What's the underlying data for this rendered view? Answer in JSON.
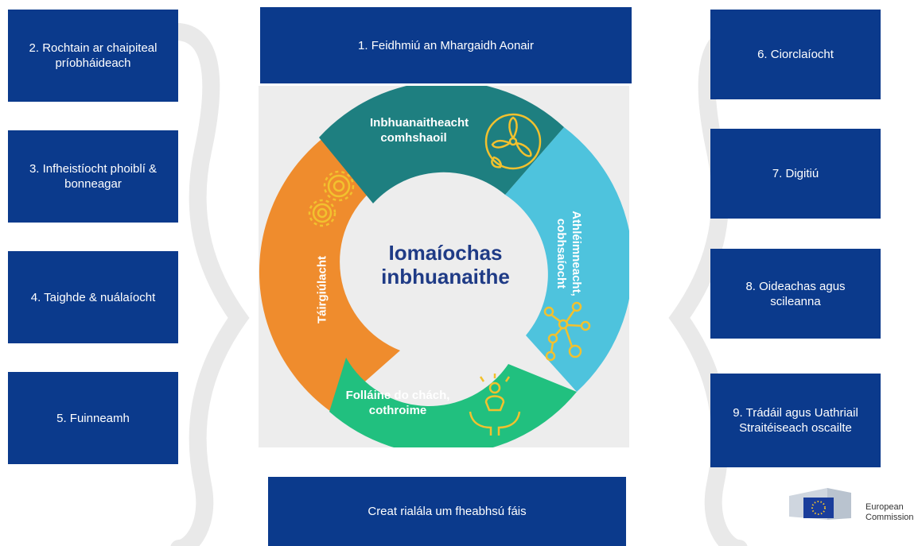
{
  "left_boxes": [
    {
      "lines": [
        "2. Rochtain ar chaipiteal",
        "príobháideach"
      ]
    },
    {
      "lines": [
        "3. Infheistíocht phoiblí &",
        "bonneagar"
      ]
    },
    {
      "lines": [
        "4. Taighde & nuálaíocht"
      ]
    },
    {
      "lines": [
        "5. Fuinneamh"
      ]
    }
  ],
  "right_boxes": [
    {
      "lines": [
        "6. Ciorclaíocht"
      ]
    },
    {
      "lines": [
        "7. Digitiú"
      ]
    },
    {
      "lines": [
        "8. Oideachas agus",
        "scileanna"
      ]
    },
    {
      "lines": [
        "9. Trádáil agus Uathriail",
        "Straitéiseach oscailte"
      ]
    }
  ],
  "top_box": "1. Feidhmiú an Mhargaidh  Aonair",
  "bottom_box": "Creat rialála um fheabhsú fáis",
  "center": {
    "line1": "Iomaíochas",
    "line2": "inbhuanaithe"
  },
  "segments": {
    "environment": {
      "line1": "Inbhuanaitheacht",
      "line2": "comhshaoil",
      "color": "#1e7f80",
      "icon": "wind-turbine-leaf-icon"
    },
    "resilience": {
      "line1": "Athléimneacht,",
      "line2": "cobhsaíocht",
      "color": "#4ec3dd",
      "icon": "network-nodes-icon"
    },
    "wellbeing": {
      "line1": "Folláine do chách,",
      "line2": "cothroime",
      "color": "#21c07f",
      "icon": "hands-person-icon"
    },
    "productivity": {
      "line1": "Táirgiúlacht",
      "color": "#ef8c2d",
      "icon": "gears-icon"
    }
  },
  "colors": {
    "box": "#0b3a8c",
    "icon": "#f2c12e",
    "center_text": "#1f3b86"
  },
  "logo": {
    "line1": "European",
    "line2": "Commission"
  }
}
